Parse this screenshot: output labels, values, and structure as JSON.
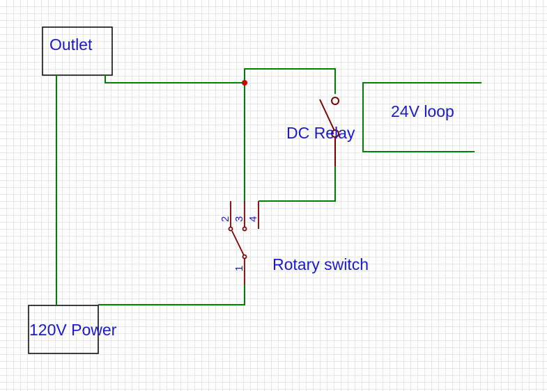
{
  "components": {
    "outlet": {
      "label": "Outlet"
    },
    "power": {
      "label": "120V Power"
    },
    "loop": {
      "label": "24V loop"
    },
    "relay": {
      "label": "DC Relay"
    },
    "rotary_switch": {
      "label": "Rotary switch",
      "pins": [
        "1",
        "2",
        "3",
        "4"
      ]
    }
  },
  "colors": {
    "wire": "#008000",
    "component": "#800000",
    "label": "#1a1acc",
    "box": "#000000"
  }
}
